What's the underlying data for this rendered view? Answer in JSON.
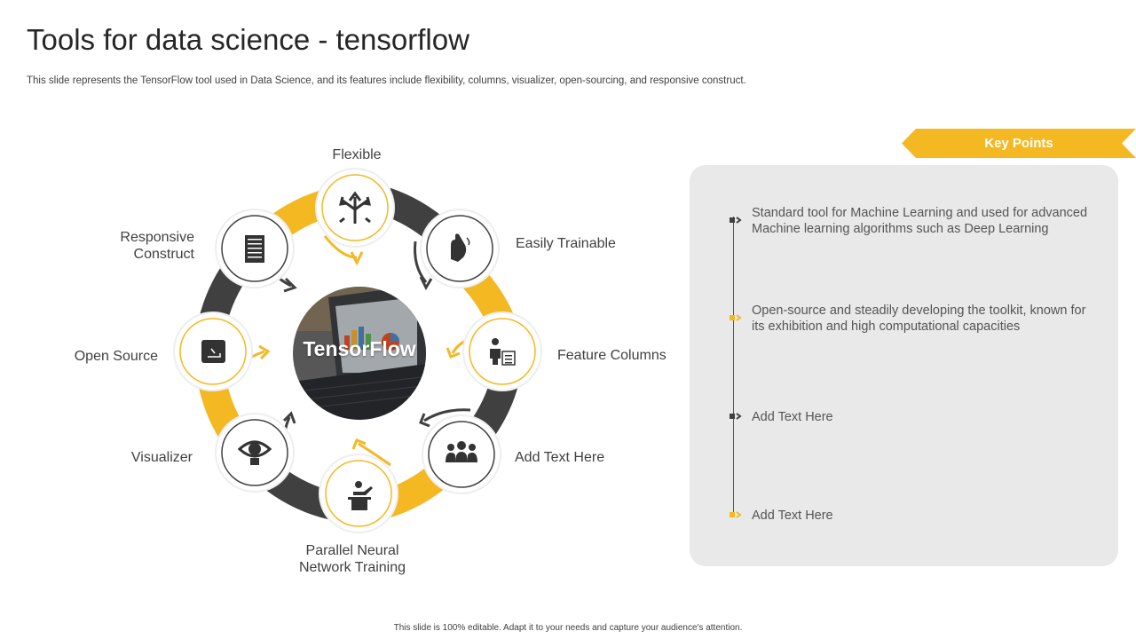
{
  "header": {
    "title": "Tools for data science - tensorflow",
    "subtitle": "This slide represents the TensorFlow tool used in Data Science, and its features include flexibility, columns, visualizer, open-sourcing, and responsive construct."
  },
  "diagram": {
    "center_label": "TensorFlow",
    "nodes": [
      {
        "label": "Flexible",
        "icon": "arrows-split-icon"
      },
      {
        "label": "Easily Trainable",
        "icon": "hand-touch-icon"
      },
      {
        "label": "Feature Columns",
        "icon": "person-list-icon"
      },
      {
        "label": "Add Text Here",
        "icon": "team-icon"
      },
      {
        "label": "Parallel Neural",
        "label_line2": "Network Training",
        "icon": "presenter-icon"
      },
      {
        "label": "Visualizer",
        "icon": "eye-bulb-icon"
      },
      {
        "label": "Open Source",
        "icon": "terminal-window-icon"
      },
      {
        "label": "Responsive",
        "label_line2": "Construct",
        "icon": "building-icon"
      }
    ]
  },
  "key_points": {
    "heading": "Key Points",
    "items": [
      "Standard tool for Machine Learning and used for advanced Machine learning algorithms such as Deep Learning",
      "Open-source and steadily developing the toolkit, known for its exhibition and high computational capacities",
      "Add Text Here",
      "Add Text Here"
    ]
  },
  "footer": "This slide is 100% editable. Adapt it to your needs and capture your audience's attention.",
  "colors": {
    "accent": "#F4B823",
    "dark": "#404040",
    "panel": "#E9E9E9"
  }
}
